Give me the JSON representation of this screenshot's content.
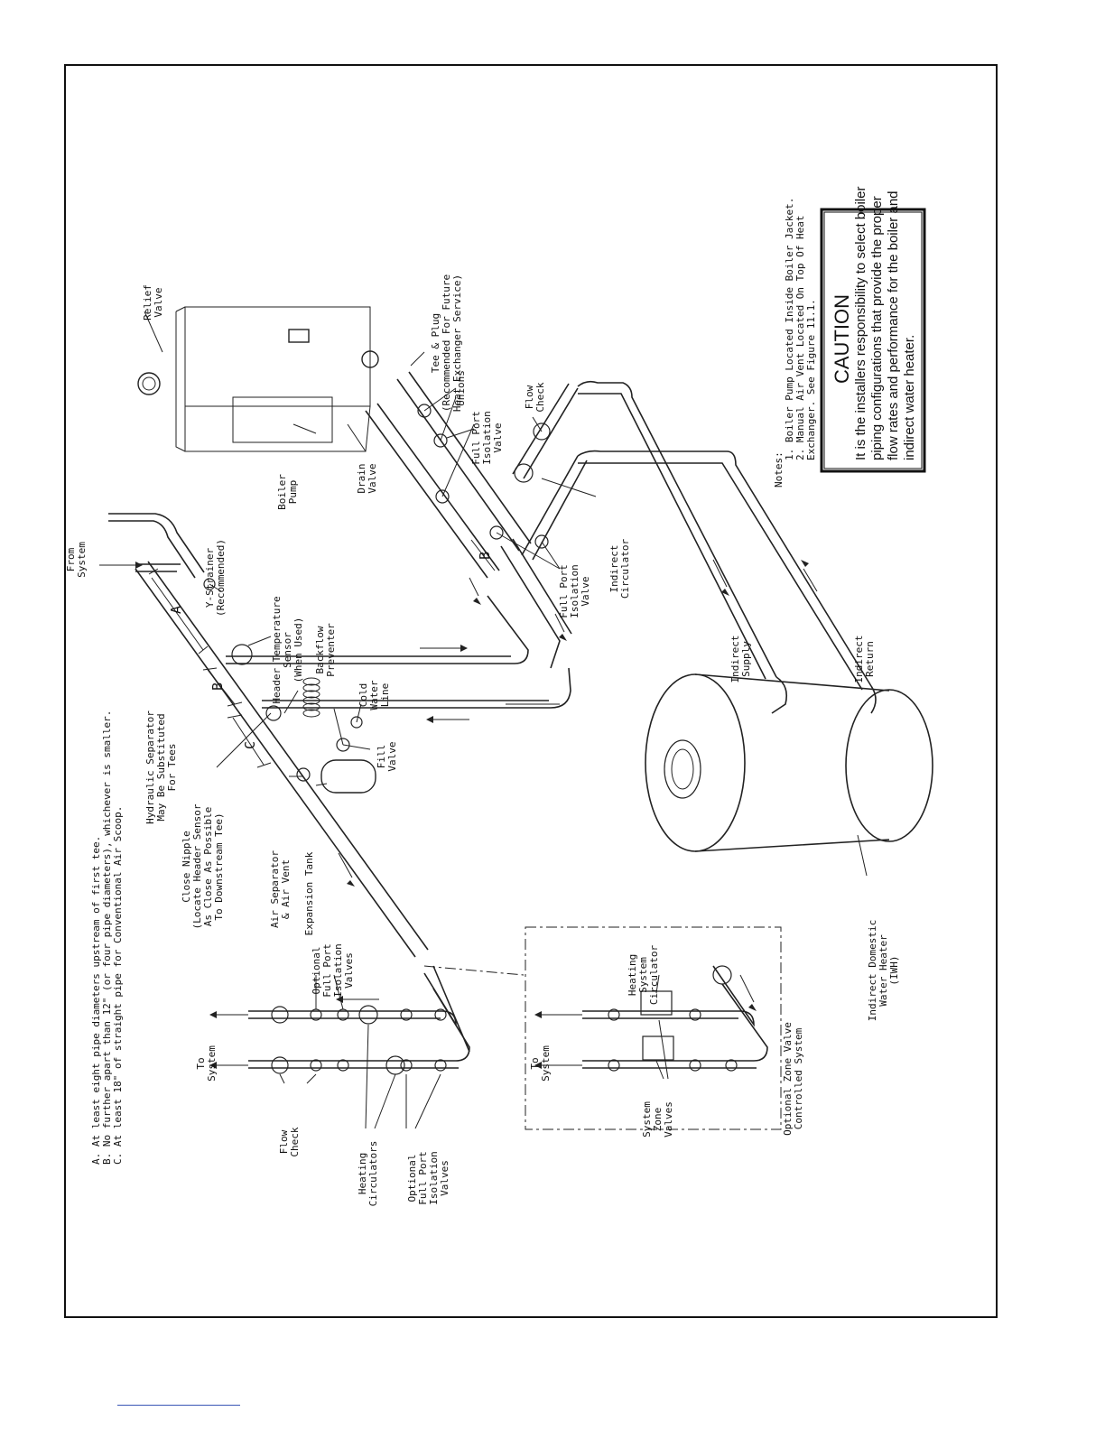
{
  "labels": {
    "from_system": [
      "From",
      "System"
    ],
    "y_strainer": [
      "Y-Strainer",
      "(Recommended)"
    ],
    "relief_valve": [
      "Relief",
      "Valve"
    ],
    "tee_plug": [
      "Tee & Plug",
      "(Recommended For Future",
      "Heat Exchanger Service)"
    ],
    "unions": "Unions",
    "full_port_iso_1": [
      "Full Port",
      "Isolation",
      "Valve"
    ],
    "flow_check_top": [
      "Flow",
      "Check"
    ],
    "boiler_pump": [
      "Boiler",
      "Pump"
    ],
    "drain_valve": [
      "Drain",
      "Valve"
    ],
    "header_temp_sensor": [
      "Header Temperature",
      "Sensor",
      "(When Used)"
    ],
    "backflow_preventer": [
      "Backflow",
      "Preventer"
    ],
    "cold_water_line": [
      "Cold",
      "Water",
      "Line"
    ],
    "fill_valve": [
      "Fill",
      "Valve"
    ],
    "hydraulic_separator": [
      "Hydraulic Separator",
      "May Be Substituted",
      "For Tees"
    ],
    "close_nipple": [
      "Close Nipple",
      "(Locate Header Sensor",
      "As Close As Possible",
      "To Downstream Tee)"
    ],
    "air_separator": [
      "Air Separator",
      "& Air Vent"
    ],
    "expansion_tank": "Expansion Tank",
    "full_port_iso_2": [
      "Full Port",
      "Isolation",
      "Valve"
    ],
    "indirect_circulator": [
      "Indirect",
      "Circulator"
    ],
    "indirect_supply": [
      "Indirect",
      "Supply"
    ],
    "indirect_return": [
      "Indirect",
      "Return"
    ],
    "iwh": [
      "Indirect Domestic",
      "Water Heater",
      "(IWH)"
    ],
    "optional_iso_top": [
      "Optional",
      "Full Port",
      "Isolation",
      "Valves"
    ],
    "to_system_1": [
      "To",
      "System"
    ],
    "flow_check_bottom": [
      "Flow",
      "Check"
    ],
    "heating_circulators": [
      "Heating",
      "Circulators"
    ],
    "optional_iso_bottom": [
      "Optional",
      "Full Port",
      "Isolation",
      "Valves"
    ],
    "to_system_2": [
      "To",
      "System"
    ],
    "heating_system_circulator": [
      "Heating",
      "System",
      "Circulator"
    ],
    "system_zone_valves": [
      "System",
      "Zone",
      "Valves"
    ],
    "optional_zone_valve": [
      "Optional Zone Valve",
      "Controlled System"
    ],
    "dim_a": "A",
    "dim_b": "B",
    "dim_c": "C",
    "dim_b2": "B"
  },
  "footnotes": [
    "A. At least eight pipe diameters upstream of first tee.",
    "B. No further apart than 12\" (or four pipe diameters), whichever is smaller.",
    "C. At least 18\" of straight pipe for Conventional Air Scoop."
  ],
  "notes": {
    "heading": "Notes:",
    "items": [
      "1. Boiler Pump Located Inside Boiler Jacket.",
      "2. Manual Air Vent Located On Top Of Heat",
      "   Exchanger.  See Figure 11.1."
    ]
  },
  "caution": {
    "title": "CAUTION",
    "lines": [
      "It is the installers responsibility to select boiler",
      "piping configurations that provide the proper",
      "flow rates and performance for the boiler and",
      "indirect water heater."
    ]
  }
}
